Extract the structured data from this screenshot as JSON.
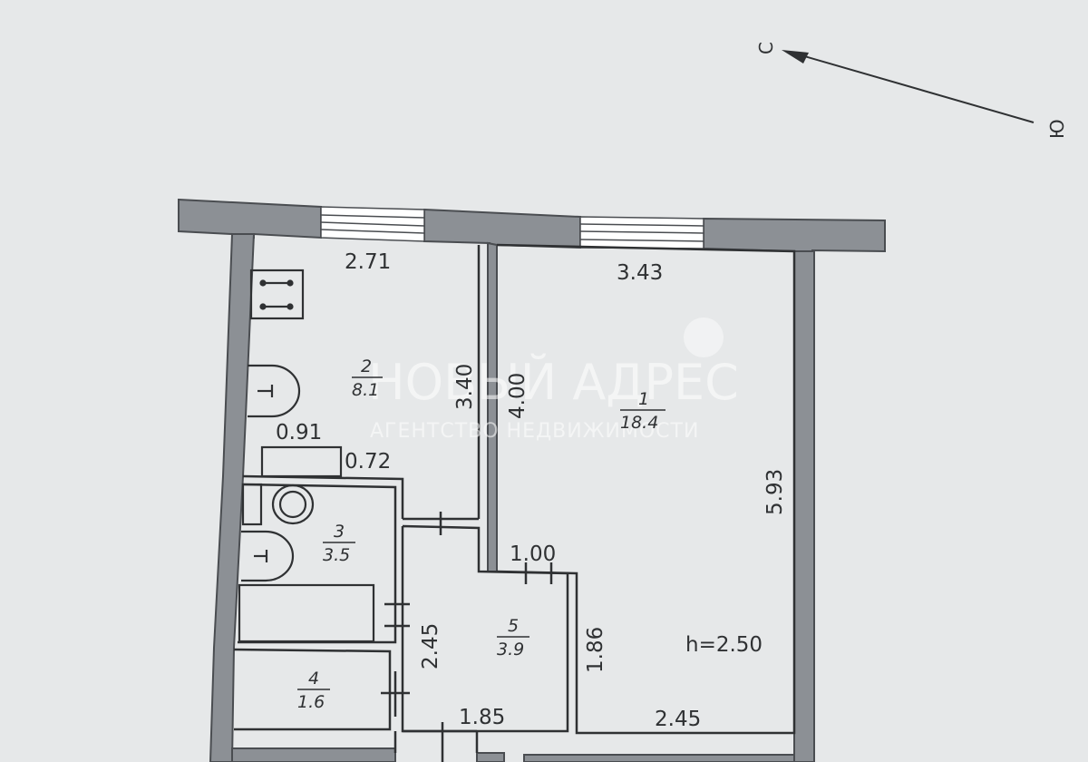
{
  "compass": {
    "north_label": "С",
    "south_label": "Ю"
  },
  "watermark": {
    "name": "НОВЫЙ АДРЕС",
    "tagline": "АГЕНТСТВО НЕДВИЖИМОСТИ"
  },
  "rooms": [
    {
      "number": "1",
      "area": "18.4"
    },
    {
      "number": "2",
      "area": "8.1"
    },
    {
      "number": "3",
      "area": "3.5"
    },
    {
      "number": "4",
      "area": "1.6"
    },
    {
      "number": "5",
      "area": "3.9"
    }
  ],
  "dimensions": {
    "room2_width": "2.71",
    "room1_width": "3.43",
    "room2_depth": "3.40",
    "room1_partition": "4.00",
    "room1_depth": "5.93",
    "fixture_width": "0.91",
    "fixture_depth": "0.72",
    "hall_width": "1.00",
    "hall_length": "2.45",
    "hall_side": "1.86",
    "corridor_width": "1.85",
    "room1_bottom_width": "2.45"
  },
  "ceiling_height": "h=2.50",
  "colors": {
    "background": "#e6e8e9",
    "wall_fill": "#8c9095",
    "wall_stroke": "#4a4d51",
    "line": "#2f3133"
  }
}
